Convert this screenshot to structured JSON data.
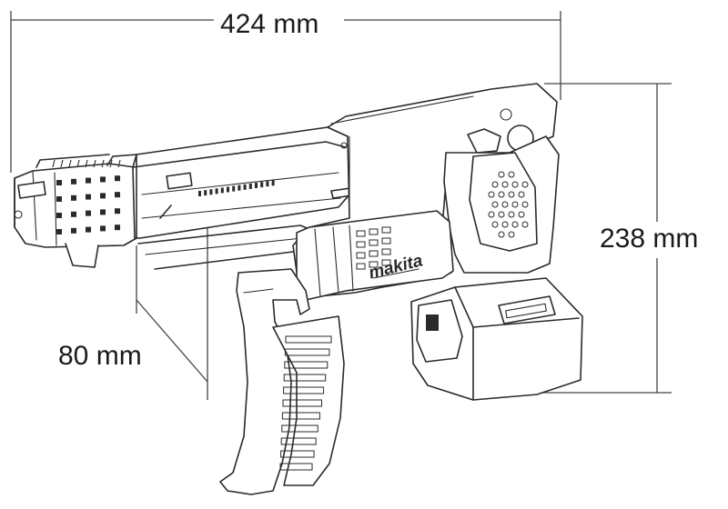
{
  "dimensions": {
    "length": "424 mm",
    "height": "238 mm",
    "magazine": "80 mm"
  },
  "brand": {
    "logo": "makita"
  },
  "colors": {
    "line": "#2a2a2a",
    "background": "#ffffff"
  }
}
